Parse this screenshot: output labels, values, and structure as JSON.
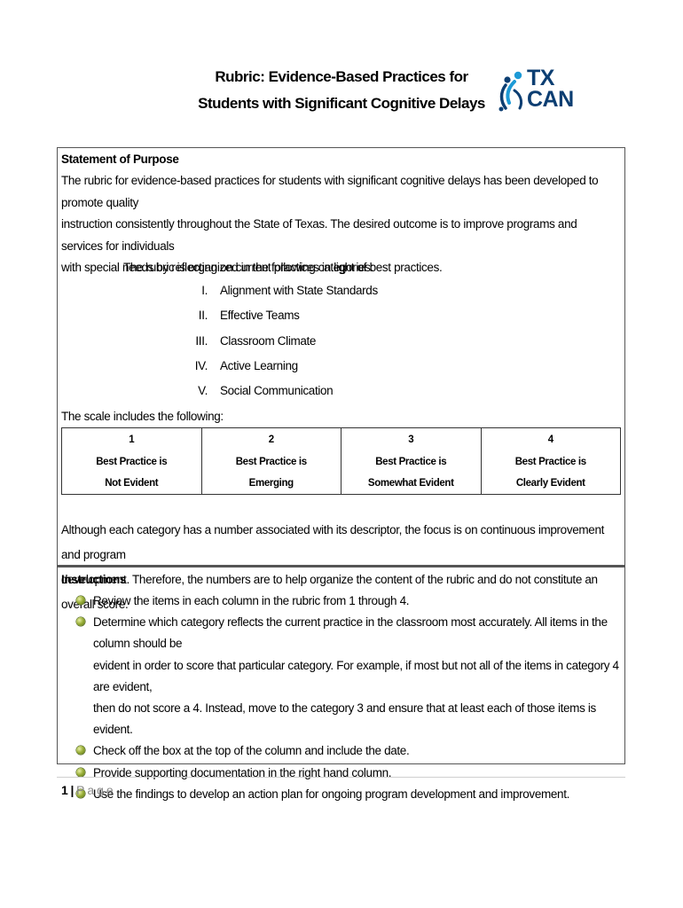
{
  "header": {
    "title_line1": "Rubric:  Evidence-Based Practices for",
    "title_line2": "Students with Significant Cognitive Delays",
    "logo": {
      "text_line1": "TX",
      "text_line2": "CAN",
      "icon": "tx-can-logo-icon",
      "colors": {
        "navy": "#0c3e72",
        "blue": "#1d9ad6"
      }
    }
  },
  "purpose": {
    "heading": "Statement of Purpose",
    "line1": "The rubric for evidence-based practices for students with significant cognitive delays has been developed to promote quality",
    "line2": "instruction consistently throughout the State of Texas.  The desired outcome is to improve programs and services for individuals",
    "line3": "with special needs by reflecting on current practices in light of best practices.",
    "categories_intro": "The rubric is organized in the following categories:",
    "categories": [
      {
        "num": "I.",
        "label": "Alignment with State Standards"
      },
      {
        "num": "II.",
        "label": "Effective Teams"
      },
      {
        "num": "III.",
        "label": "Classroom Climate"
      },
      {
        "num": "IV.",
        "label": "Active Learning"
      },
      {
        "num": "V.",
        "label": "Social Communication"
      }
    ],
    "scale_intro": "The scale includes the following:"
  },
  "scale": [
    {
      "num": "1",
      "line1": "Best Practice is",
      "line2": "Not Evident"
    },
    {
      "num": "2",
      "line1": "Best Practice is",
      "line2": "Emerging"
    },
    {
      "num": "3",
      "line1": "Best Practice is",
      "line2": "Somewhat Evident"
    },
    {
      "num": "4",
      "line1": "Best Practice is",
      "line2": "Clearly Evident"
    }
  ],
  "note": {
    "line1": "Although each category has a number associated with its descriptor, the focus is on continuous improvement and program",
    "line2": "development.  Therefore, the numbers are to help organize the content of the rubric and do not constitute an overall score."
  },
  "instructions": {
    "heading": "Instructions",
    "items": [
      {
        "lines": [
          "Review the items in each column in the rubric from 1 through 4."
        ]
      },
      {
        "lines": [
          "Determine which category reflects the current practice in the classroom most accurately.  All items in the column should be",
          "evident in order to score that particular category.  For example, if most but not all of the items in category 4 are evident,",
          "then do not score a 4.  Instead, move to the category 3 and ensure that at least each of those items is evident."
        ]
      },
      {
        "lines": [
          "Check off the box at the top of the column and include the date."
        ]
      },
      {
        "lines": [
          "Provide supporting documentation in the right hand column."
        ]
      },
      {
        "lines": [
          "Use the findings to develop an action plan for ongoing program development and improvement."
        ]
      }
    ],
    "bullet_icon": "green-sphere-bullet-icon"
  },
  "footer": {
    "page_number": "1",
    "separator": "|",
    "page_label": "Page"
  }
}
